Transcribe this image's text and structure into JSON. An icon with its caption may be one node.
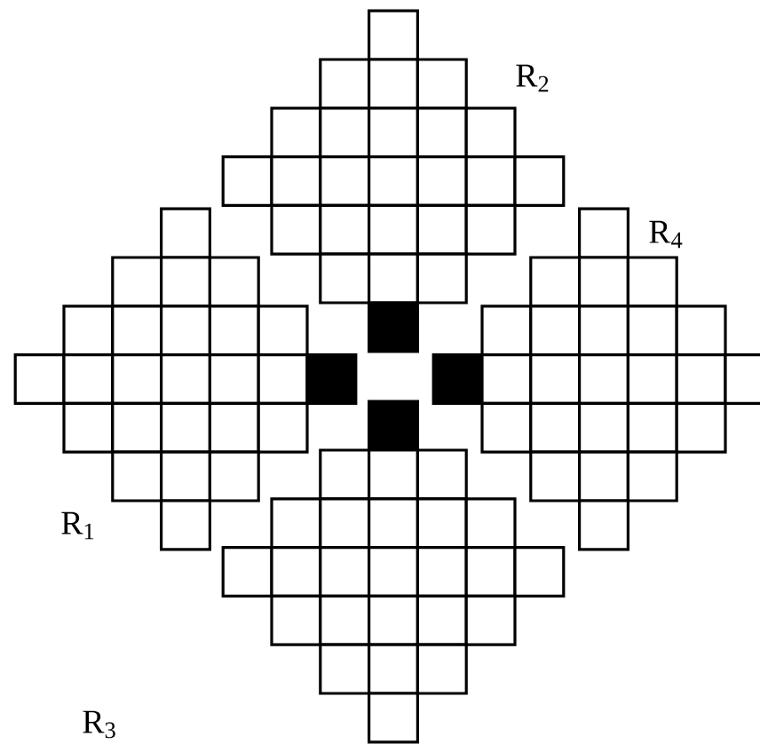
{
  "diagram": {
    "labels": [
      "R$_{2}$",
      "R$_{4}$",
      "R$_{1}$",
      "R$_{3}$"
    ]
  }
}
